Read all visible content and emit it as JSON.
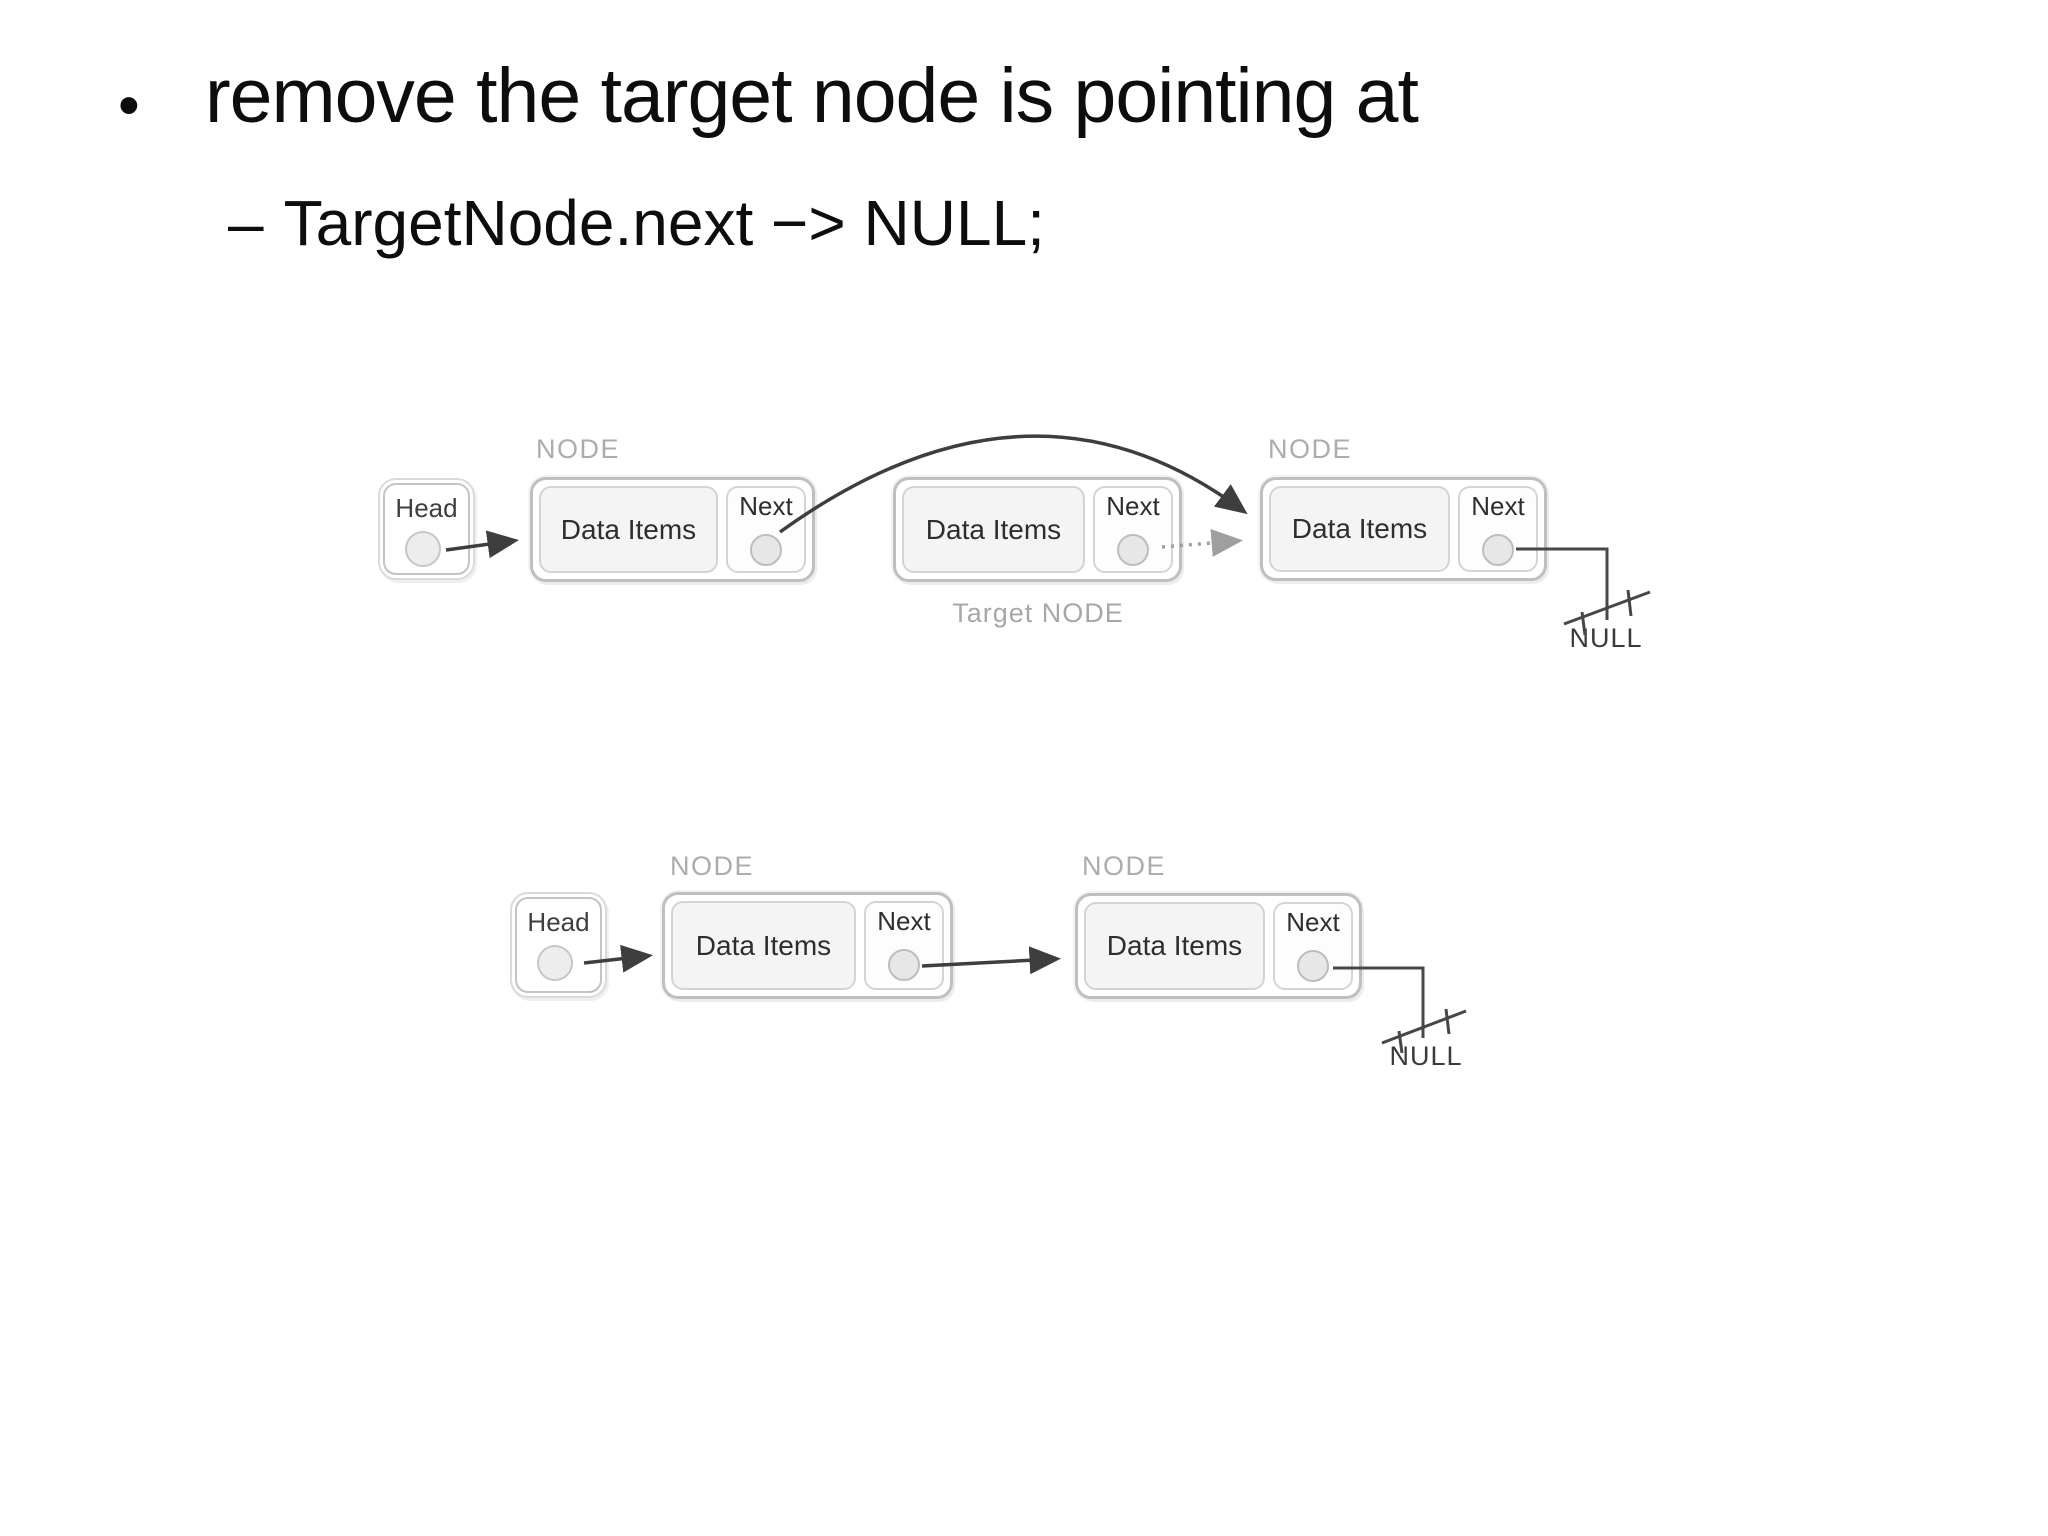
{
  "slide": {
    "bullet_marker": "•",
    "title": "remove the target node is pointing at",
    "sub_bullet_marker": "–",
    "sub_bullet_text": "TargetNode.next −> NULL;"
  },
  "diagram_before": {
    "head": {
      "label": "Head"
    },
    "nodes": [
      {
        "title": "NODE",
        "data_label": "Data Items",
        "next_label": "Next"
      },
      {
        "data_label": "Data Items",
        "next_label": "Next",
        "caption": "Target NODE"
      },
      {
        "title": "NODE",
        "data_label": "Data Items",
        "next_label": "Next"
      }
    ],
    "null_label": "NULL"
  },
  "diagram_after": {
    "head": {
      "label": "Head"
    },
    "nodes": [
      {
        "title": "NODE",
        "data_label": "Data Items",
        "next_label": "Next"
      },
      {
        "title": "NODE",
        "data_label": "Data Items",
        "next_label": "Next"
      }
    ],
    "null_label": "NULL"
  },
  "colors": {
    "background": "#ffffff",
    "text_primary": "#0d0d0d",
    "box_border": "#bfbfbf",
    "inner_fill": "#f4f4f4",
    "muted_label": "#acacac",
    "connector_dark": "#3e3e3e",
    "connector_dotted": "#9f9f9f"
  }
}
